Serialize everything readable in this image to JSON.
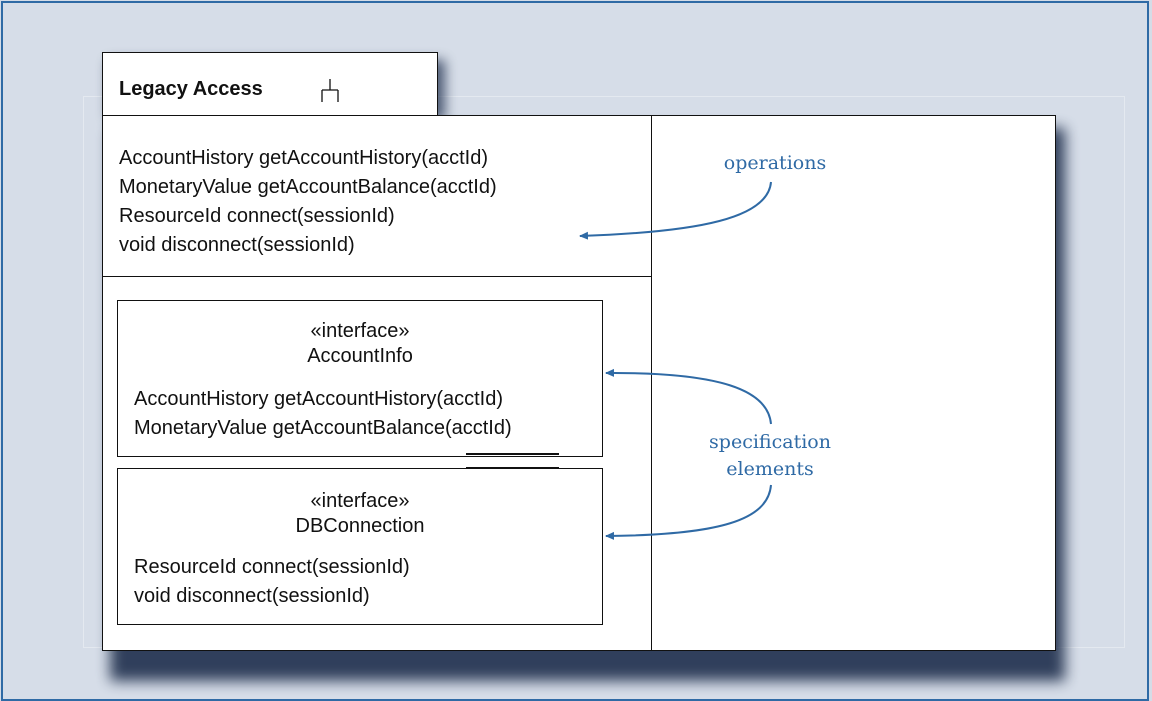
{
  "component": {
    "name": "Legacy Access",
    "icon": "component-fork-icon"
  },
  "operations": [
    "AccountHistory getAccountHistory(acctId)",
    "MonetaryValue getAccountBalance(acctId)",
    "ResourceId connect(sessionId)",
    "void disconnect(sessionId)"
  ],
  "interfaces": [
    {
      "stereotype": "«interface»",
      "name": "AccountInfo",
      "operations": [
        "AccountHistory getAccountHistory(acctId)",
        "MonetaryValue getAccountBalance(acctId)"
      ]
    },
    {
      "stereotype": "«interface»",
      "name": "DBConnection",
      "operations": [
        "ResourceId connect(sessionId)",
        "void disconnect(sessionId)"
      ]
    }
  ],
  "annotations": {
    "operations": "operations",
    "spec_line1": "specification",
    "spec_line2": "elements"
  },
  "colors": {
    "annotation": "#2f6aa5",
    "background": "#d6dde8",
    "border": "#2f6aa5"
  }
}
